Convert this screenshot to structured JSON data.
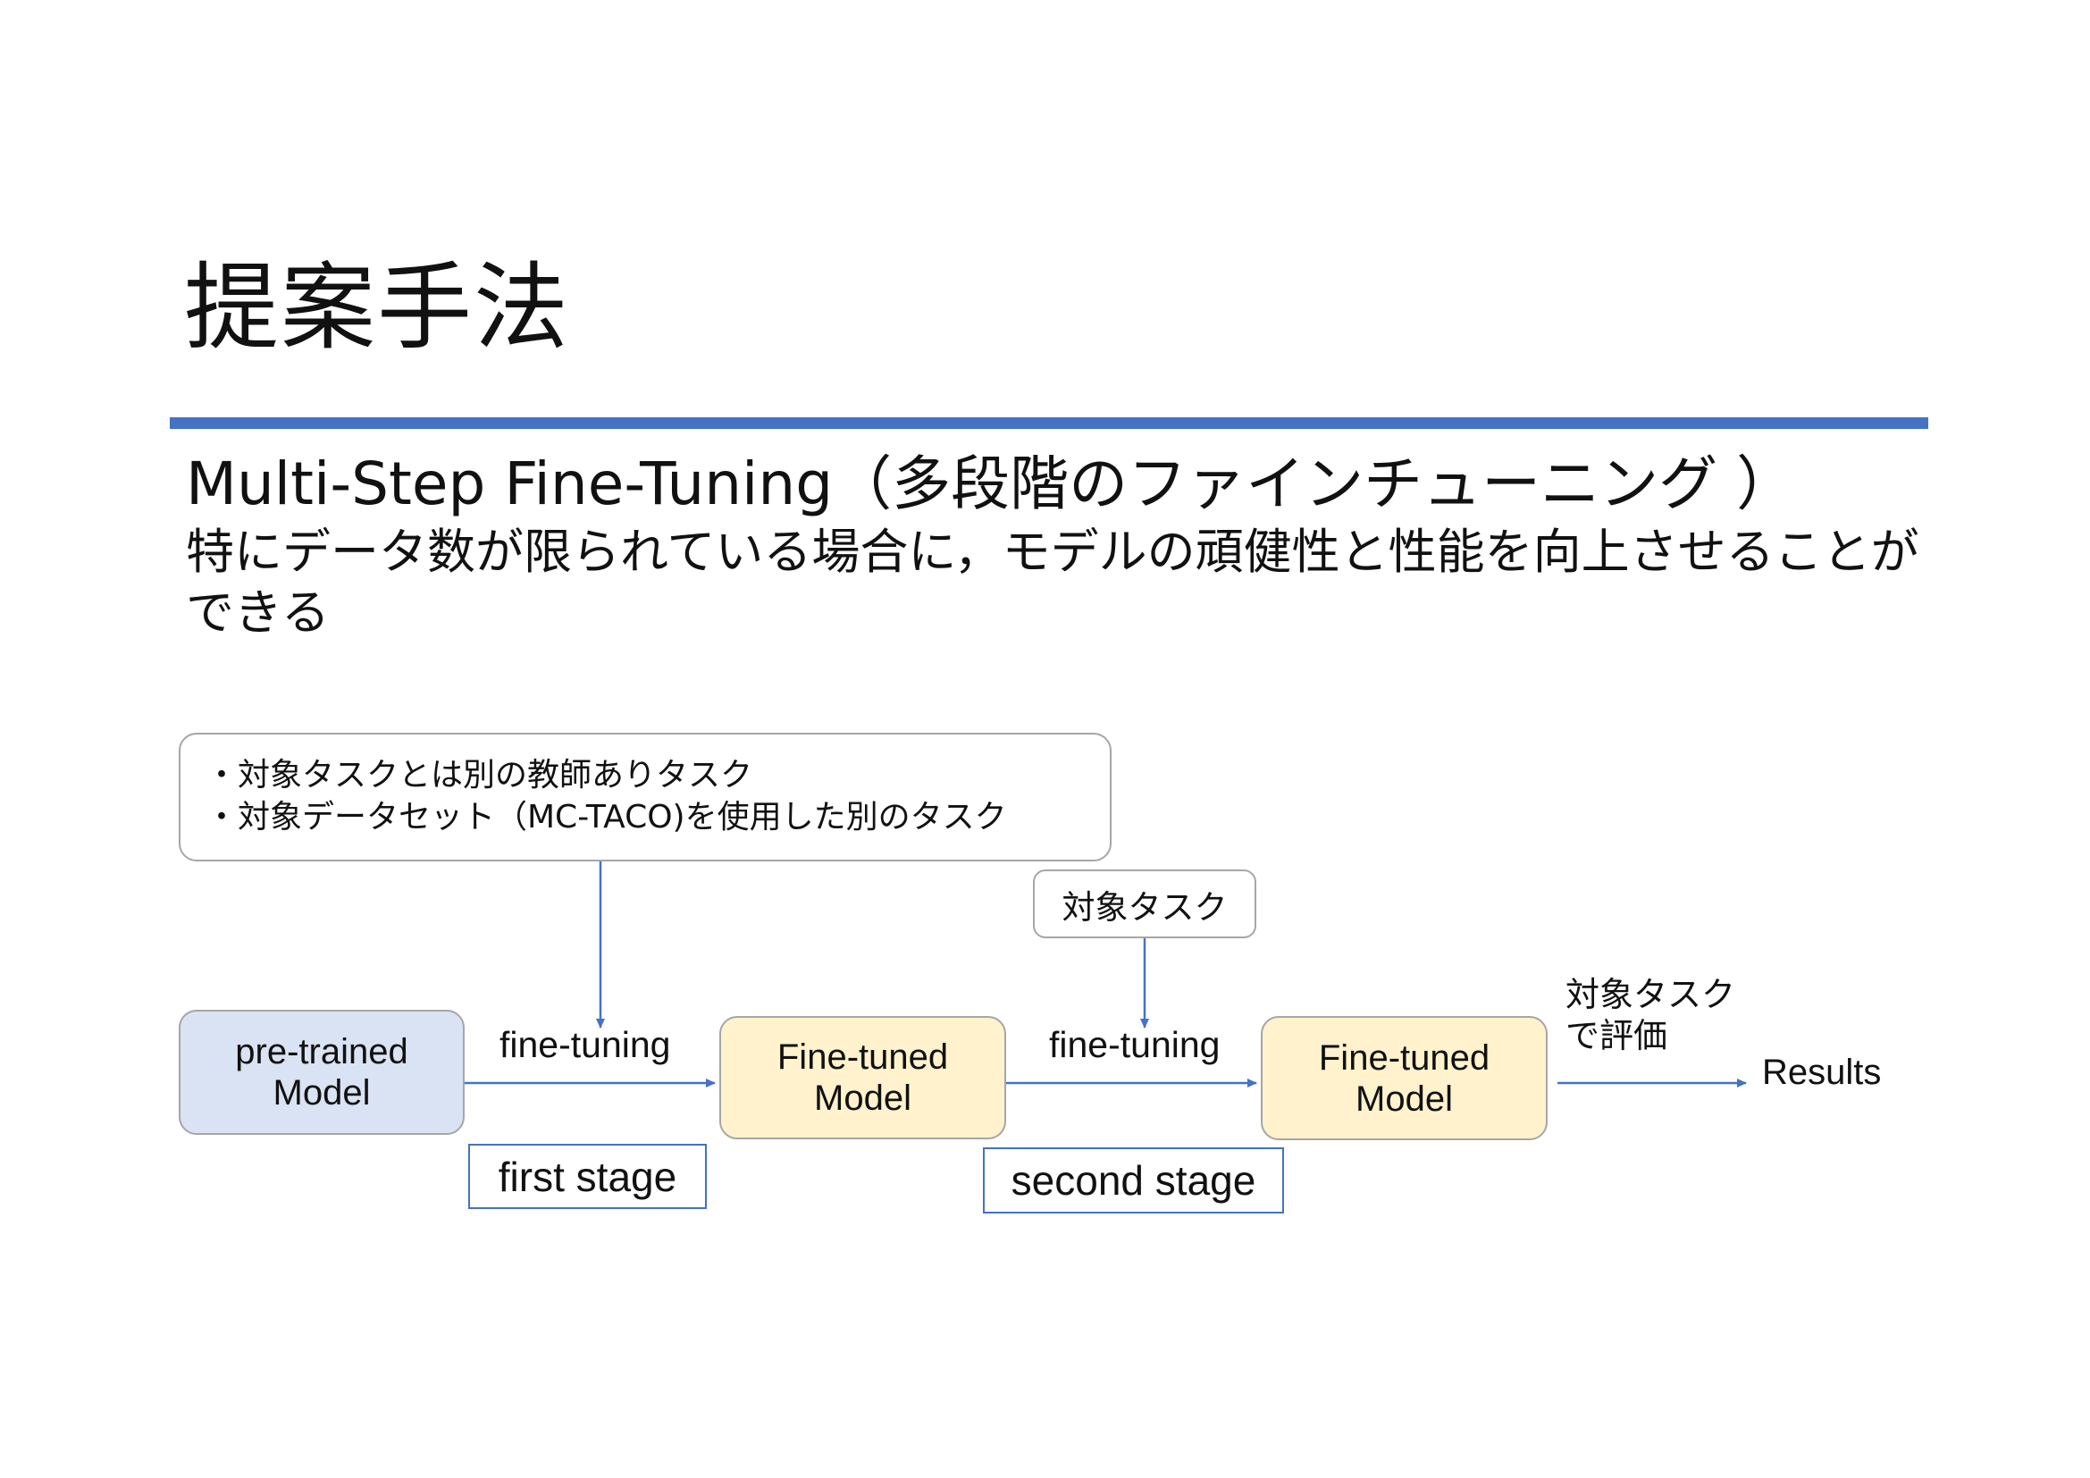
{
  "slide": {
    "title": "提案手法",
    "accent_color": "#4472c4",
    "subtitle": "Multi-Step Fine-Tuning（多段階のファインチューニング ）",
    "description": "特にデータ数が限られている場合に，モデルの頑健性と性能を向上させることができる"
  },
  "diagram": {
    "source_note": {
      "line1": "・対象タスクとは別の教師ありタスク",
      "line2": "・対象データセット（MC-TACO)を使用した別のタスク"
    },
    "target_task": "対象タスク",
    "pretrained_model": {
      "line1": "pre-trained",
      "line2": "Model",
      "color": "#dae3f3"
    },
    "finetuned_model_1": {
      "line1": "Fine-tuned",
      "line2": "Model",
      "color": "#fff2cc"
    },
    "finetuned_model_2": {
      "line1": "Fine-tuned",
      "line2": "Model",
      "color": "#fff2cc"
    },
    "finetuning_label_1": "fine-tuning",
    "finetuning_label_2": "fine-tuning",
    "evaluation_label": {
      "line1": "対象タスク",
      "line2": "で評価"
    },
    "results_label": "Results",
    "first_stage": "first stage",
    "second_stage": "second stage",
    "arrow_color": "#4472c4"
  }
}
